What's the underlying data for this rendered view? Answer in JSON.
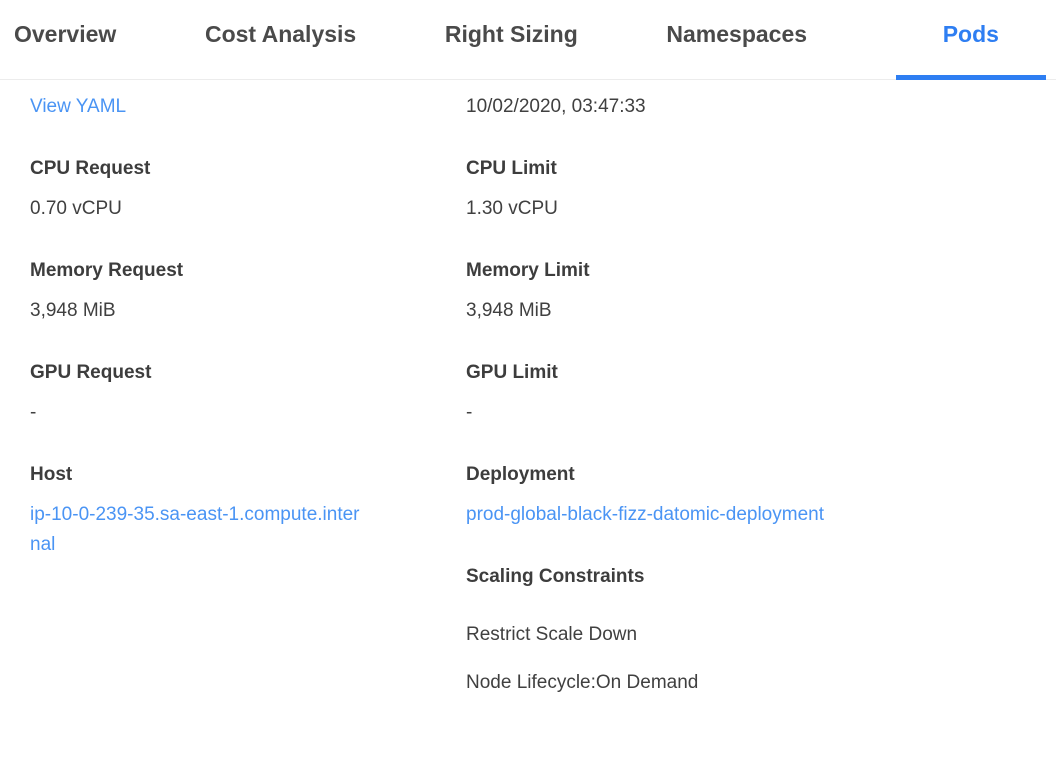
{
  "tabs": [
    {
      "label": "Overview",
      "active": false
    },
    {
      "label": "Cost Analysis",
      "active": false
    },
    {
      "label": "Right Sizing",
      "active": false
    },
    {
      "label": "Namespaces",
      "active": false
    },
    {
      "label": "Pods",
      "active": true
    }
  ],
  "pod_details": {
    "view_yaml": "View YAML",
    "last_updated": "10/02/2020, 03:47:33",
    "fields_left": [
      {
        "label": "CPU Request",
        "value": "0.70 vCPU"
      },
      {
        "label": "Memory Request",
        "value": "3,948 MiB"
      },
      {
        "label": "GPU Request",
        "value": "-"
      },
      {
        "label": "Host",
        "value": "ip-10-0-239-35.sa-east-1.compute.internal"
      }
    ],
    "fields_right": [
      {
        "label": "CPU Limit",
        "value": "1.30 vCPU"
      },
      {
        "label": "Memory Limit",
        "value": "3,948 MiB"
      },
      {
        "label": "GPU Limit",
        "value": "-"
      },
      {
        "label": "Deployment",
        "value": "prod-global-black-fizz-datomic-deployment"
      }
    ],
    "scaling_constraints": {
      "label": "Scaling Constraints",
      "items": [
        "Restrict Scale Down",
        "Node Lifecycle:On Demand"
      ]
    }
  },
  "colors": {
    "accent_blue": "#2e7ef2",
    "link_blue": "#4a94f4",
    "tab_text": "#4a4a4a",
    "body_text": "#404040",
    "divider": "#ececec"
  }
}
